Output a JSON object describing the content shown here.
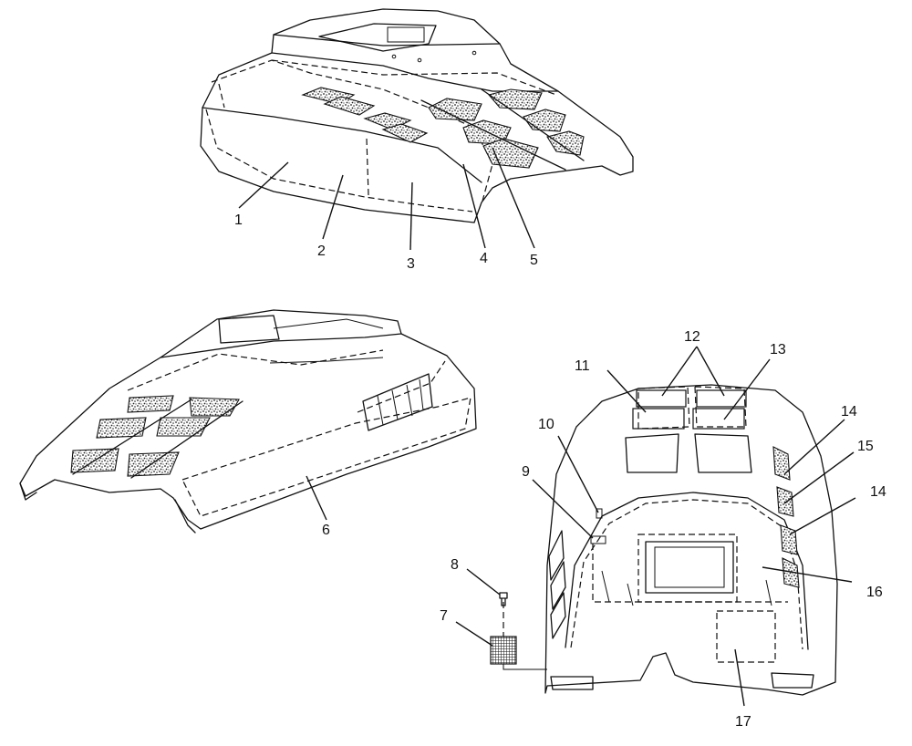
{
  "callouts": {
    "c1": "1",
    "c2": "2",
    "c3": "3",
    "c4": "4",
    "c5": "5",
    "c6": "6",
    "c7": "7",
    "c8": "8",
    "c9": "9",
    "c10": "10",
    "c11": "11",
    "c12": "12",
    "c13": "13",
    "c14a": "14",
    "c15": "15",
    "c14b": "14",
    "c16": "16",
    "c17": "17"
  },
  "colors": {
    "line": "#111111",
    "background": "#ffffff"
  }
}
